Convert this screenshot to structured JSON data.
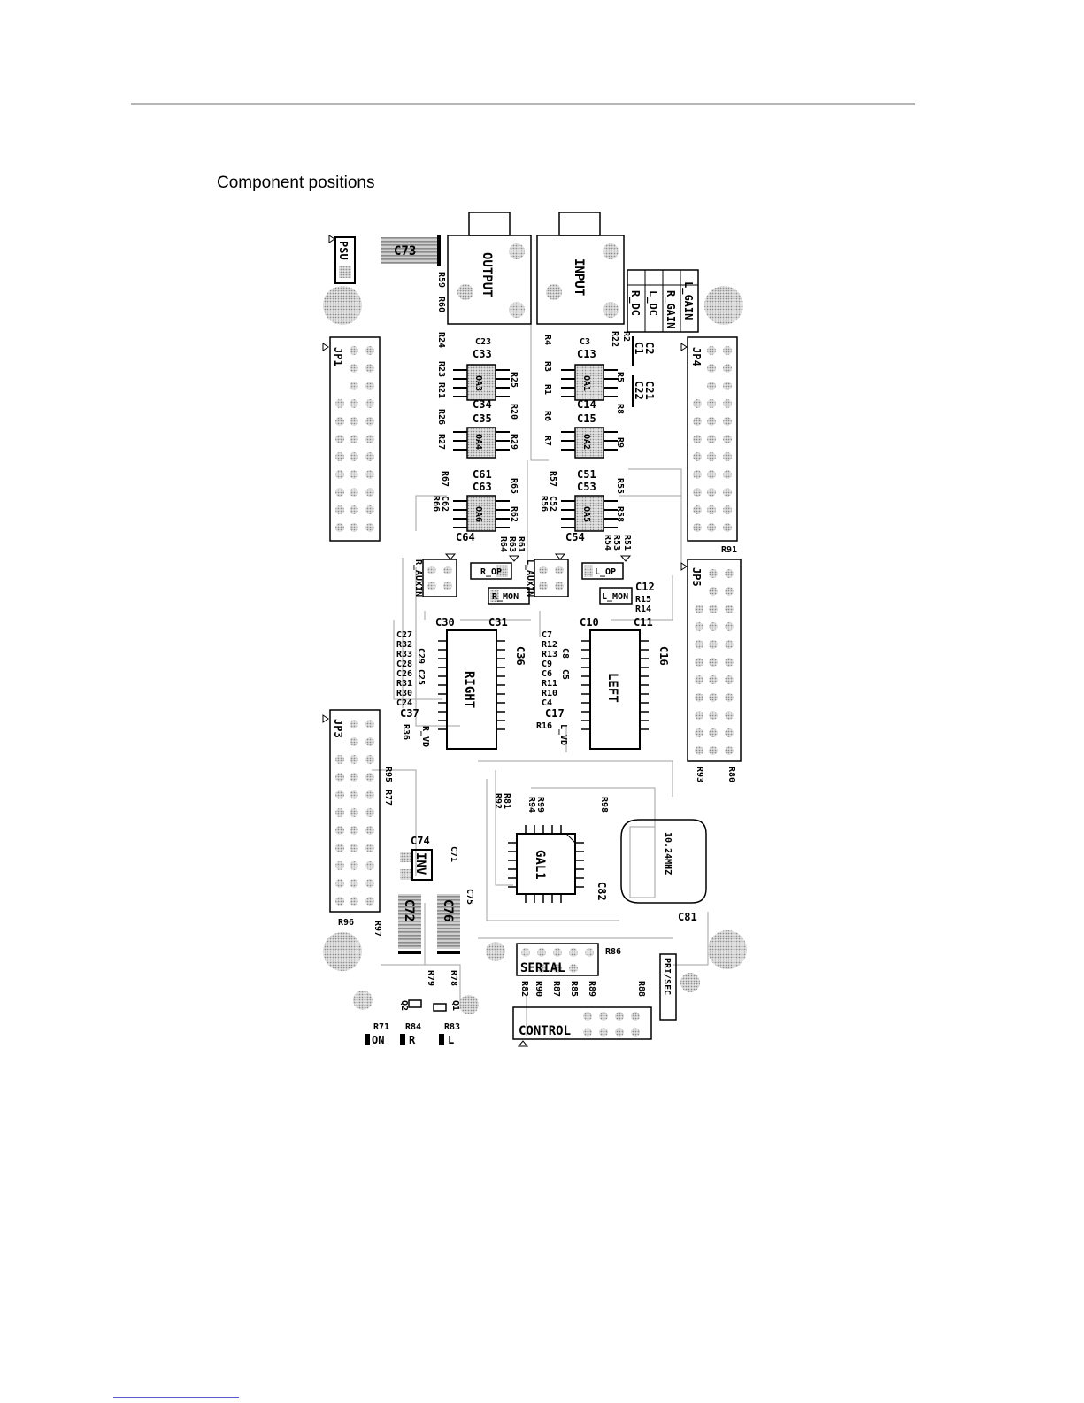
{
  "page": {
    "heading": "Component positions"
  },
  "labels": {
    "psu": "PSU",
    "c73": "C73",
    "output": "OUTPUT",
    "input": "INPUT",
    "r59": "R59",
    "r60": "R60",
    "r_dc": "R_DC",
    "l_dc": "L_DC",
    "r_gain": "R_GAIN",
    "l_gain": "L_GAIN",
    "jp1": "JP1",
    "jp4": "JP4",
    "jp5": "JP5",
    "jp3": "JP3",
    "r24": "R24",
    "c23": "C23",
    "c33": "C33",
    "r23": "R23",
    "r21": "R21",
    "r25": "R25",
    "oa3": "OA3",
    "c34": "C34",
    "c35": "C35",
    "r26": "R26",
    "r20": "R20",
    "r27": "R27",
    "oa4": "OA4",
    "r29": "R29",
    "r4": "R4",
    "c3": "C3",
    "r2": "R2",
    "r22": "R22",
    "c2": "C2",
    "c1": "C1",
    "c13": "C13",
    "r3": "R3",
    "r1": "R1",
    "oa1": "OA1",
    "r5": "R5",
    "c21": "C21",
    "c22": "C22",
    "c14": "C14",
    "c15": "C15",
    "r6": "R6",
    "r8": "R8",
    "r7": "R7",
    "oa2": "OA2",
    "r9": "R9",
    "c61": "C61",
    "c63": "C63",
    "r67": "R67",
    "r65": "R65",
    "c62": "C62",
    "r66": "R66",
    "oa6": "OA6",
    "r62": "R62",
    "c64": "C64",
    "r61": "R61",
    "r63": "R63",
    "r64": "R64",
    "c51": "C51",
    "c53": "C53",
    "r57": "R57",
    "r55": "R55",
    "c52": "C52",
    "r56": "R56",
    "oa5": "OA5",
    "r58": "R58",
    "c54": "C54",
    "r54": "R54",
    "r53": "R53",
    "r51": "R51",
    "r91": "R91",
    "r_auxin": "R_AUXIN",
    "r_op": "R_OP",
    "r_mon": "R_MON",
    "l_auxin": "L_AUXIN",
    "l_op": "L_OP",
    "l_mon": "L_MON",
    "c12": "C12",
    "r15": "R15",
    "r14": "R14",
    "c30": "C30",
    "c31": "C31",
    "c10": "C10",
    "c11": "C11",
    "right": "RIGHT",
    "left": "LEFT",
    "c36": "C36",
    "c16": "C16",
    "c27": "C27",
    "r32": "R32",
    "r33": "R33",
    "c28": "C28",
    "c29": "C29",
    "c26": "C26",
    "c25": "C25",
    "r31": "R31",
    "r30": "R30",
    "c24": "C24",
    "c37": "C37",
    "r36": "R36",
    "r_vd": "R_VD",
    "c7": "C7",
    "r12": "R12",
    "r13": "R13",
    "c8": "C8",
    "c9": "C9",
    "c6": "C6",
    "c5": "C5",
    "r11": "R11",
    "r10": "R10",
    "c4": "C4",
    "c17": "C17",
    "r16": "R16",
    "l_vd": "L_VD",
    "r93": "R93",
    "r80": "R80",
    "r95": "R95",
    "r77": "R77",
    "r92": "R92",
    "r81": "R81",
    "r94": "R94",
    "r99": "R99",
    "r98": "R98",
    "xtal": "10.24MHZ",
    "c74": "C74",
    "c71": "C71",
    "inv": "INV",
    "gal1": "GAL1",
    "c82": "C82",
    "c75": "C75",
    "c72": "C72",
    "c76": "C76",
    "c81": "C81",
    "r96": "R96",
    "r97": "R97",
    "serial": "SERIAL",
    "r86": "R86",
    "pri_sec": "PRI/SEC",
    "r82": "R82",
    "r90": "R90",
    "r87": "R87",
    "r85": "R85",
    "r89": "R89",
    "r88": "R88",
    "r79": "R79",
    "r78": "R78",
    "q2": "Q2",
    "q1": "Q1",
    "r71": "R71",
    "r84": "R84",
    "r83": "R83",
    "on": "ON",
    "r": "R",
    "l": "L",
    "control": "CONTROL"
  },
  "colors": {
    "copper": "#9a9a9a",
    "pad": "#c8c8c8",
    "silk": "#000000"
  }
}
